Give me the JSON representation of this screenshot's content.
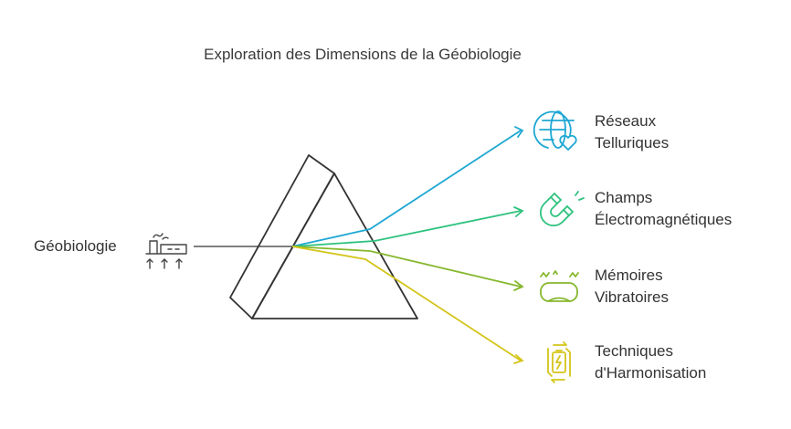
{
  "title": "Exploration des Dimensions de la Géobiologie",
  "source": {
    "label": "Géobiologie",
    "icon": "factory-ground-waves-icon"
  },
  "outputs": [
    {
      "line1": "Réseaux",
      "line2": "Telluriques",
      "icon": "globe-heart-icon",
      "color": "#1ea7d3"
    },
    {
      "line1": "Champs",
      "line2": "Électromagnétiques",
      "icon": "magnet-icon",
      "color": "#2ec27e"
    },
    {
      "line1": "Mémoires",
      "line2": "Vibratoires",
      "icon": "vr-goggles-vibration-icon",
      "color": "#86b82e"
    },
    {
      "line1": "Techniques",
      "line2": "d'Harmonisation",
      "icon": "battery-cycle-icon",
      "color": "#d4c51a"
    }
  ]
}
